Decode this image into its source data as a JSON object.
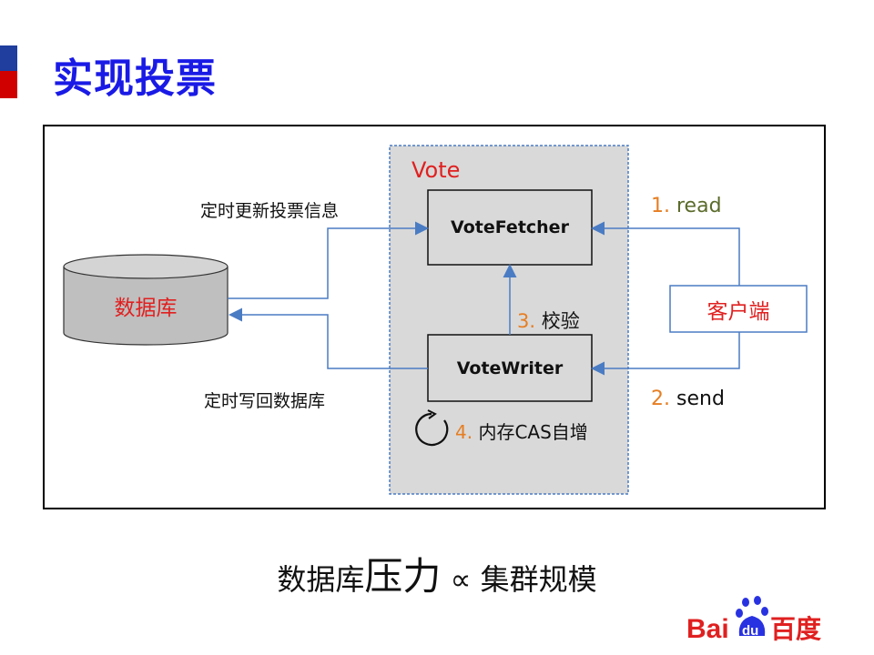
{
  "title": "实现投票",
  "diagram": {
    "group_label": "Vote",
    "fetcher": "VoteFetcher",
    "writer": "VoteWriter",
    "database": "数据库",
    "client": "客户端",
    "update_label": "定时更新投票信息",
    "writeback_label": "定时写回数据库",
    "step1_num": "1.",
    "step1_text": "read",
    "step2_num": "2.",
    "step2_text": "send",
    "step3_num": "3.",
    "step3_text": "校验",
    "step4_num": "4.",
    "step4_text": "内存CAS自增"
  },
  "bottom": {
    "part1": "数据库",
    "part2": "压力",
    "symbol": "∝",
    "part3": "集群规模"
  },
  "logo": "Baidu百度",
  "colors": {
    "title": "#1a1ae6",
    "accent_red": "#e02020",
    "arrow": "#4a7cc4",
    "step_num": "#e67e22"
  }
}
